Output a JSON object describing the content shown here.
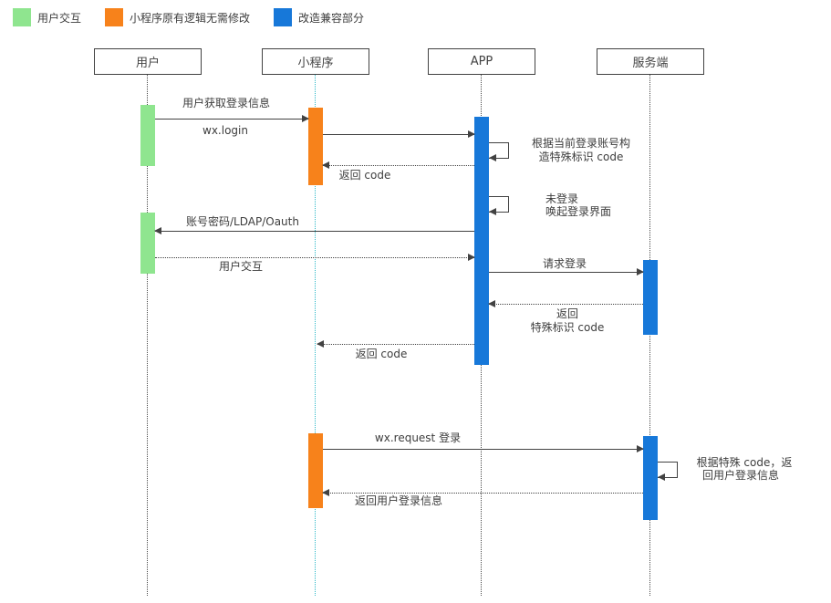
{
  "legend": {
    "items": [
      {
        "label": "用户交互",
        "color": "#8FE58F"
      },
      {
        "label": "小程序原有逻辑无需修改",
        "color": "#F7821B"
      },
      {
        "label": "改造兼容部分",
        "color": "#1778D9"
      }
    ]
  },
  "actors": {
    "user": "用户",
    "miniprogram": "小程序",
    "app": "APP",
    "server": "服务端"
  },
  "messages": {
    "user_get_login_info": "用户获取登录信息",
    "wx_login": "wx.login",
    "build_special_code_line1": "根据当前登录账号构",
    "build_special_code_line2": "造特殊标识 code",
    "return_code_first": "返回 code",
    "not_logged_in_line1": "未登录",
    "not_logged_in_line2": "唤起登录界面",
    "account_password_ldap_oauth": "账号密码/LDAP/Oauth",
    "user_interaction": "用户交互",
    "request_login": "请求登录",
    "return_word": "返回",
    "special_code": "特殊标识 code",
    "return_code_second": "返回 code",
    "wx_request_login": "wx.request 登录",
    "server_special_code_line1": "根据特殊 code，返",
    "server_special_code_line2": "回用户登录信息",
    "return_user_login_info": "返回用户登录信息"
  },
  "colors": {
    "user_interaction_green": "#8FE58F",
    "miniprogram_orange": "#F7821B",
    "modified_blue": "#1778D9",
    "miniprogram_lifeline_cyan": "#2FB9C8",
    "line_dark": "#424242"
  }
}
